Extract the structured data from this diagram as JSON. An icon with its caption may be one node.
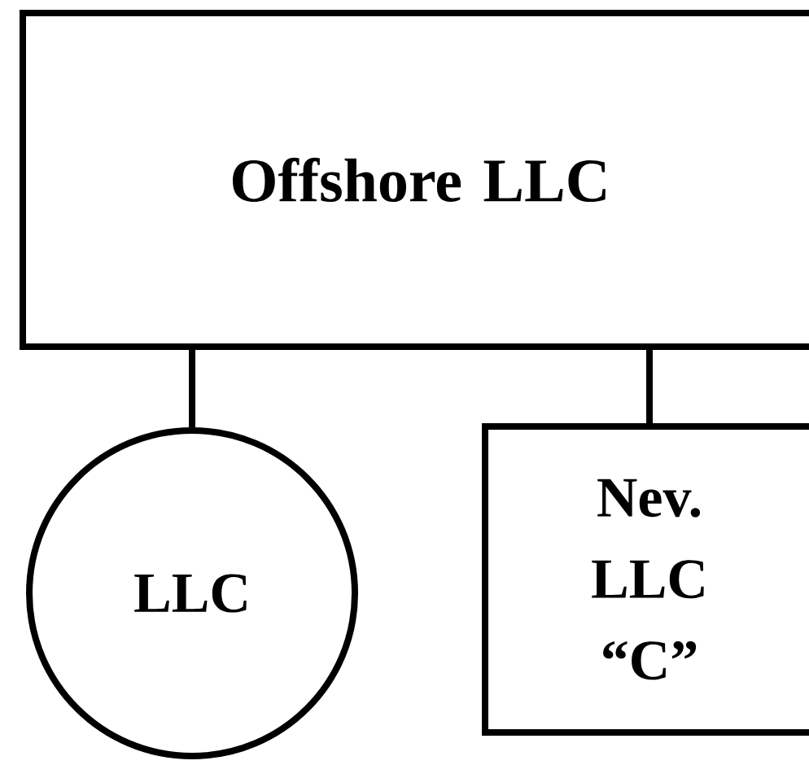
{
  "diagram": {
    "nodes": [
      {
        "text": [
          "Offshore LLC"
        ]
      },
      {
        "text": [
          "LLC"
        ]
      },
      {
        "text": [
          "Nev. LLC “C”"
        ]
      }
    ],
    "edges": [
      {
        "from": 0,
        "to": 1,
        "arrow": "none"
      },
      {
        "from": 0,
        "to": 2,
        "arrow": "none"
      }
    ]
  }
}
